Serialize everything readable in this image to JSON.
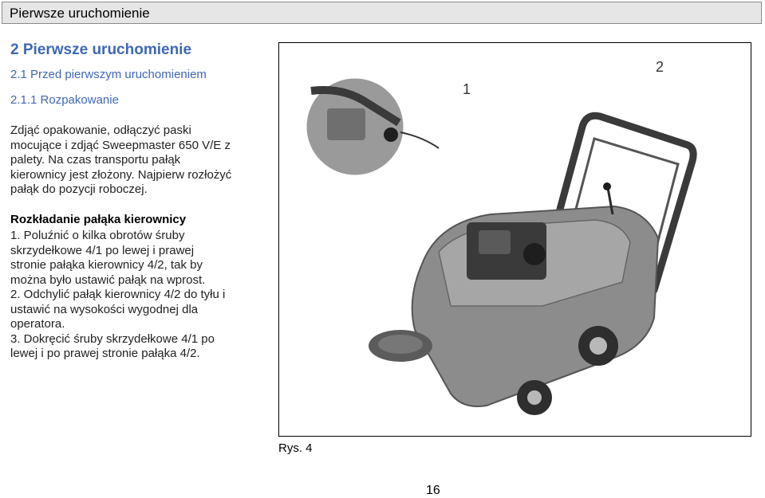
{
  "header": {
    "title": "Pierwsze uruchomienie"
  },
  "section": {
    "h1": "2 Pierwsze uruchomienie",
    "h2": "2.1 Przed pierwszym uruchomieniem",
    "h3": "2.1.1 Rozpakowanie"
  },
  "intro": {
    "lines": [
      "Zdjąć opakowanie, odłączyć paski",
      "mocujące i zdjąć Sweepmaster 650 V/E z",
      "palety. Na czas transportu pałąk",
      "kierownicy jest złożony. Najpierw rozłożyć",
      "pałąk do pozycji roboczej."
    ]
  },
  "unfold": {
    "heading": "Rozkładanie pałąka kierownicy",
    "lines": [
      "1.  Poluźnić o kilka obrotów śruby",
      "skrzydełkowe 4/1 po lewej i prawej",
      "stronie pałąka kierownicy 4/2, tak by",
      "można było ustawić pałąk na wprost.",
      "2.  Odchylić pałąk kierownicy 4/2 do tyłu i",
      "ustawić na wysokości wygodnej dla",
      "operatora.",
      "3.  Dokręcić śruby skrzydełkowe 4/1 po",
      "lewej i po prawej stronie pałąka 4/2."
    ]
  },
  "figure": {
    "callout_1": "1",
    "callout_2": "2",
    "caption": "Rys. 4",
    "colors": {
      "body": "#8c8c8c",
      "dark": "#3a3a3a",
      "light": "#b8b8b8"
    }
  },
  "page_number": "16"
}
